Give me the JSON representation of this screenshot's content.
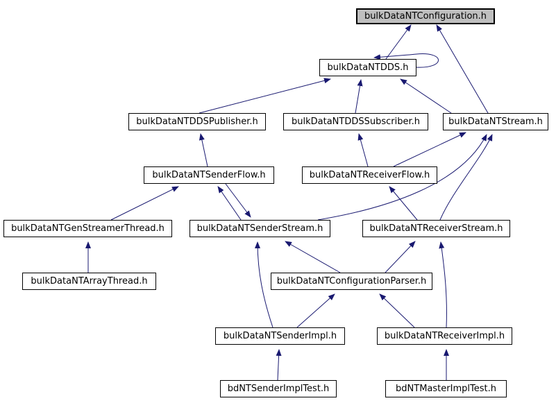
{
  "diagram": {
    "type": "include-dependency-graph",
    "colors": {
      "background": "#ffffff",
      "edge": "#191970",
      "node_border": "#000000",
      "node_fill": "#ffffff",
      "highlight_node_fill": "#bfbfbf",
      "text": "#000000"
    },
    "nodes": [
      {
        "id": "bulkDataNTConfiguration.h",
        "label": "bulkDataNTConfiguration.h",
        "highlighted": true
      },
      {
        "id": "bulkDataNTDDS.h",
        "label": "bulkDataNTDDS.h",
        "highlighted": false
      },
      {
        "id": "bulkDataNTDDSPublisher.h",
        "label": "bulkDataNTDDSPublisher.h",
        "highlighted": false
      },
      {
        "id": "bulkDataNTDDSSubscriber.h",
        "label": "bulkDataNTDDSSubscriber.h",
        "highlighted": false
      },
      {
        "id": "bulkDataNTStream.h",
        "label": "bulkDataNTStream.h",
        "highlighted": false
      },
      {
        "id": "bulkDataNTSenderFlow.h",
        "label": "bulkDataNTSenderFlow.h",
        "highlighted": false
      },
      {
        "id": "bulkDataNTReceiverFlow.h",
        "label": "bulkDataNTReceiverFlow.h",
        "highlighted": false
      },
      {
        "id": "bulkDataNTGenStreamerThread.h",
        "label": "bulkDataNTGenStreamerThread.h",
        "highlighted": false
      },
      {
        "id": "bulkDataNTSenderStream.h",
        "label": "bulkDataNTSenderStream.h",
        "highlighted": false
      },
      {
        "id": "bulkDataNTReceiverStream.h",
        "label": "bulkDataNTReceiverStream.h",
        "highlighted": false
      },
      {
        "id": "bulkDataNTArrayThread.h",
        "label": "bulkDataNTArrayThread.h",
        "highlighted": false
      },
      {
        "id": "bulkDataNTConfigurationParser.h",
        "label": "bulkDataNTConfigurationParser.h",
        "highlighted": false
      },
      {
        "id": "bulkDataNTSenderImpl.h",
        "label": "bulkDataNTSenderImpl.h",
        "highlighted": false
      },
      {
        "id": "bulkDataNTReceiverImpl.h",
        "label": "bulkDataNTReceiverImpl.h",
        "highlighted": false
      },
      {
        "id": "bdNTSenderImplTest.h",
        "label": "bdNTSenderImplTest.h",
        "highlighted": false
      },
      {
        "id": "bdNTMasterImplTest.h",
        "label": "bdNTMasterImplTest.h",
        "highlighted": false
      }
    ],
    "edges": [
      {
        "from": "bulkDataNTDDS.h",
        "to": "bulkDataNTConfiguration.h"
      },
      {
        "from": "bulkDataNTStream.h",
        "to": "bulkDataNTConfiguration.h"
      },
      {
        "from": "bulkDataNTDDS.h",
        "to": "bulkDataNTDDS.h"
      },
      {
        "from": "bulkDataNTDDSPublisher.h",
        "to": "bulkDataNTDDS.h"
      },
      {
        "from": "bulkDataNTDDSSubscriber.h",
        "to": "bulkDataNTDDS.h"
      },
      {
        "from": "bulkDataNTStream.h",
        "to": "bulkDataNTDDS.h"
      },
      {
        "from": "bulkDataNTSenderFlow.h",
        "to": "bulkDataNTDDSPublisher.h"
      },
      {
        "from": "bulkDataNTReceiverFlow.h",
        "to": "bulkDataNTDDSSubscriber.h"
      },
      {
        "from": "bulkDataNTReceiverFlow.h",
        "to": "bulkDataNTStream.h"
      },
      {
        "from": "bulkDataNTSenderStream.h",
        "to": "bulkDataNTStream.h"
      },
      {
        "from": "bulkDataNTReceiverStream.h",
        "to": "bulkDataNTStream.h"
      },
      {
        "from": "bulkDataNTGenStreamerThread.h",
        "to": "bulkDataNTSenderFlow.h"
      },
      {
        "from": "bulkDataNTSenderStream.h",
        "to": "bulkDataNTSenderFlow.h"
      },
      {
        "from": "bulkDataNTSenderFlow.h",
        "to": "bulkDataNTSenderStream.h"
      },
      {
        "from": "bulkDataNTReceiverStream.h",
        "to": "bulkDataNTReceiverFlow.h"
      },
      {
        "from": "bulkDataNTConfigurationParser.h",
        "to": "bulkDataNTSenderStream.h"
      },
      {
        "from": "bulkDataNTConfigurationParser.h",
        "to": "bulkDataNTReceiverStream.h"
      },
      {
        "from": "bulkDataNTSenderImpl.h",
        "to": "bulkDataNTSenderStream.h"
      },
      {
        "from": "bulkDataNTSenderImpl.h",
        "to": "bulkDataNTConfigurationParser.h"
      },
      {
        "from": "bulkDataNTReceiverImpl.h",
        "to": "bulkDataNTConfigurationParser.h"
      },
      {
        "from": "bulkDataNTReceiverImpl.h",
        "to": "bulkDataNTReceiverStream.h"
      },
      {
        "from": "bulkDataNTArrayThread.h",
        "to": "bulkDataNTGenStreamerThread.h"
      },
      {
        "from": "bdNTSenderImplTest.h",
        "to": "bulkDataNTSenderImpl.h"
      },
      {
        "from": "bdNTMasterImplTest.h",
        "to": "bulkDataNTReceiverImpl.h"
      }
    ]
  }
}
